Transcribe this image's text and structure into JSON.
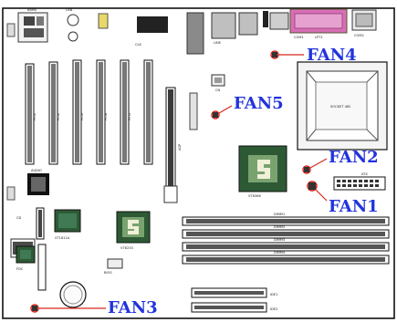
{
  "fan_labels": [
    "FAN4",
    "FAN5",
    "FAN2",
    "FAN1",
    "FAN3"
  ],
  "silkscreen": {
    "top": [
      "KBMS",
      "USB",
      "LINE",
      "COM1",
      "LPT1",
      "COM2",
      "CD"
    ],
    "slots": [
      "PCI1",
      "PCI2",
      "PCI3",
      "PCI4",
      "PCI5",
      "AGP"
    ],
    "chips": [
      "VT8233",
      "VT8366",
      "VT1611A"
    ],
    "cpu": "SOCKET 462",
    "dimm": [
      "DIMM1",
      "DIMM2",
      "DIMM3",
      "DIMM4"
    ],
    "ide": [
      "IDE1",
      "IDE2"
    ],
    "misc": [
      "ATX",
      "FDC",
      "CN",
      "AUDIO",
      "BIOS",
      "CLK"
    ]
  },
  "colors": {
    "board": "#ffffff",
    "outline": "#111111",
    "callout": "#d8281f",
    "fan_label": "#2233dd",
    "chip": "#2d5a35",
    "chip_light": "#79a26f"
  }
}
